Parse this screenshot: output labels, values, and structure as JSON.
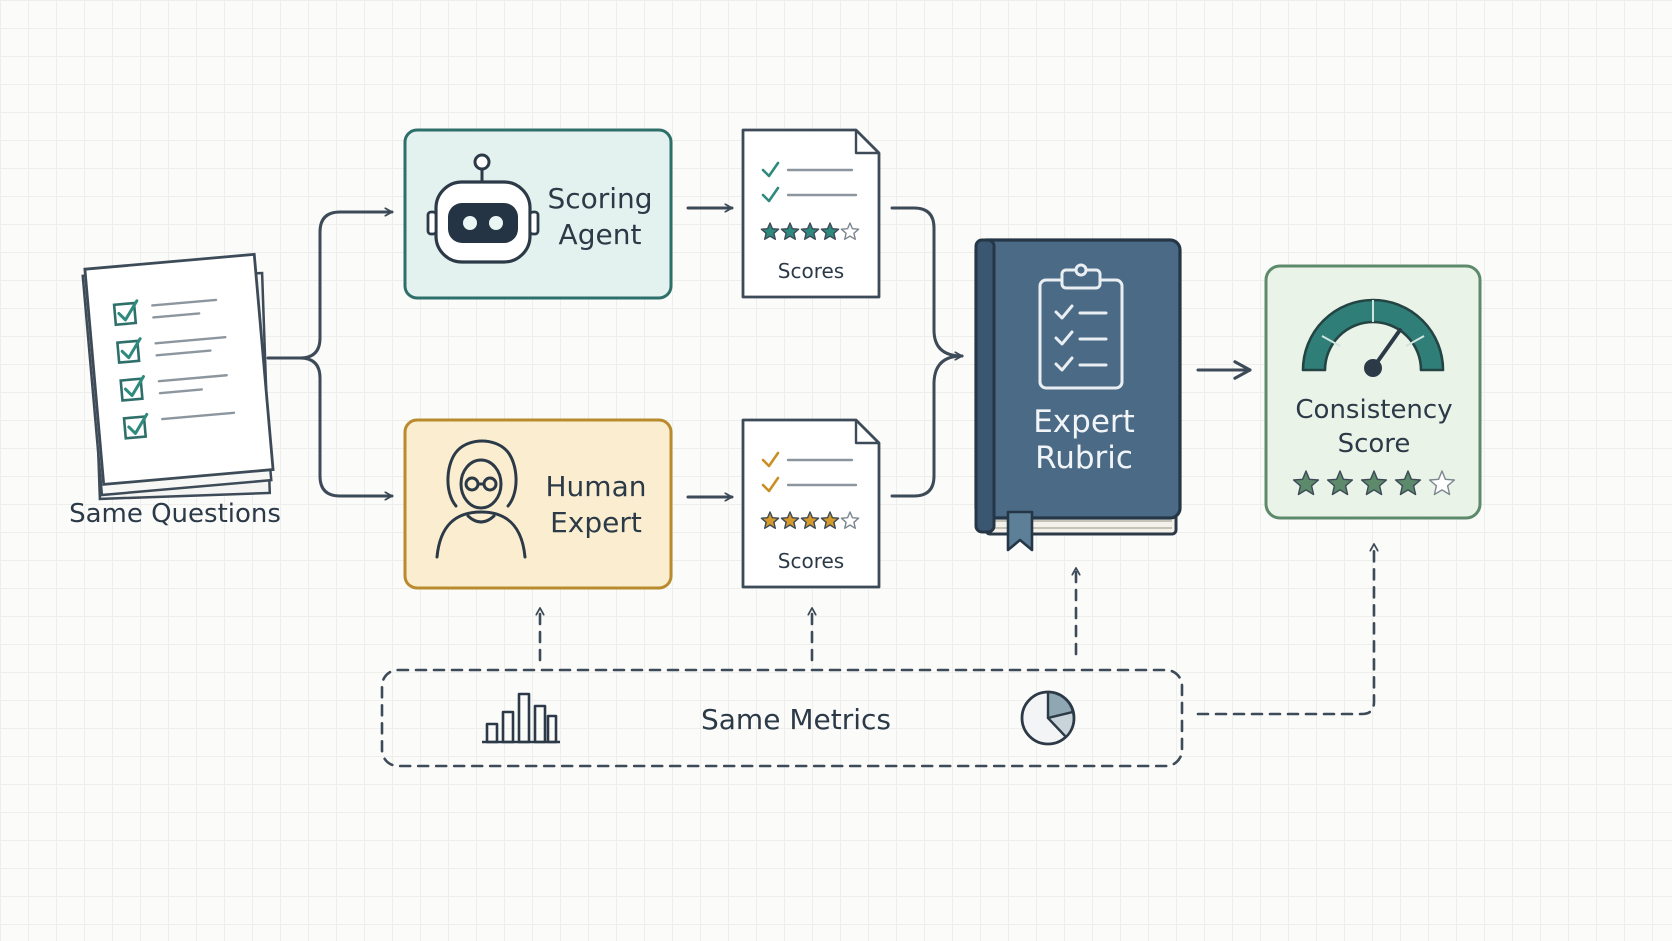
{
  "source": {
    "label": "Same Questions"
  },
  "agent": {
    "label_line1": "Scoring",
    "label_line2": "Agent",
    "fill": "#e3f1ef",
    "stroke": "#2f6f6a"
  },
  "human": {
    "label_line1": "Human",
    "label_line2": "Expert",
    "fill": "#fbeed0",
    "stroke": "#b98a2e"
  },
  "agent_scores": {
    "label": "Scores",
    "rating": 4,
    "max": 5,
    "star_color": "#2f8a7e",
    "check_color": "#2f8a7e"
  },
  "human_scores": {
    "label": "Scores",
    "rating": 4,
    "max": 5,
    "star_color": "#d69a2a",
    "check_color": "#c98f24"
  },
  "rubric": {
    "label_line1": "Expert",
    "label_line2": "Rubric",
    "color": "#4b6a85"
  },
  "consistency": {
    "label_line1": "Consistency",
    "label_line2": "Score",
    "rating": 4,
    "max": 5,
    "star_color": "#5d8a6a",
    "fill": "#eaf3e8",
    "stroke": "#5d8a6a",
    "gauge_color": "#2f7f78"
  },
  "metrics": {
    "label": "Same Metrics"
  }
}
